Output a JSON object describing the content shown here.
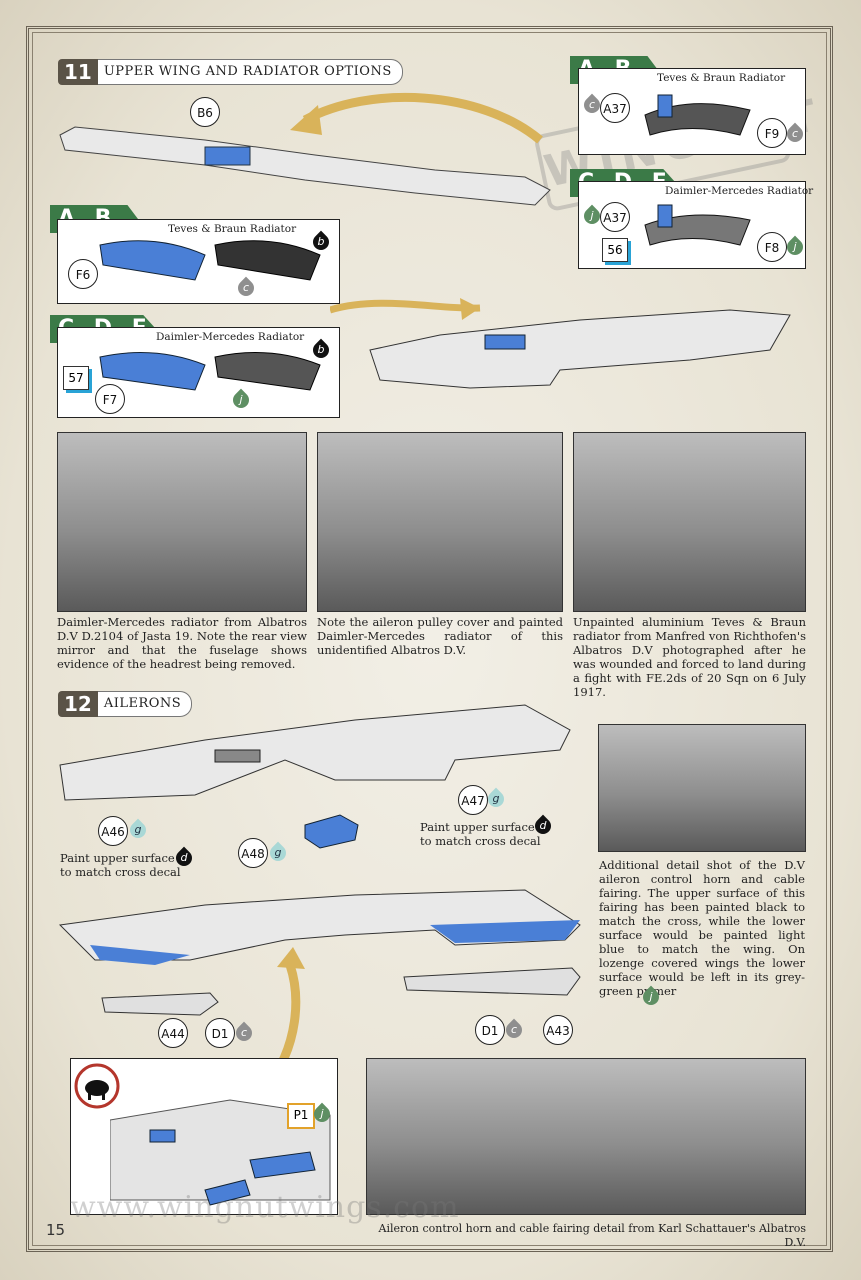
{
  "page_number": "15",
  "watermark": {
    "url": "www.wingnutwings.com",
    "logo_text": "WINGNUT"
  },
  "section11": {
    "num": "11",
    "title": "UPPER WING AND RADIATOR OPTIONS"
  },
  "section12": {
    "num": "12",
    "title": "AILERONS"
  },
  "options": {
    "ab_label": "A B",
    "cde_label": "C D E",
    "teves": "Teves & Braun Radiator",
    "daimler": "Daimler-Mercedes Radiator"
  },
  "parts": {
    "b6": "B6",
    "f6": "F6",
    "f7": "F7",
    "p57": "57",
    "a37": "A37",
    "f9": "F9",
    "f8": "F8",
    "p56": "56",
    "a46": "A46",
    "a47": "A47",
    "a48": "A48",
    "a44": "A44",
    "d1": "D1",
    "a43": "A43",
    "p1": "P1"
  },
  "paint": {
    "b": "b",
    "c": "c",
    "j": "j",
    "g": "g",
    "d": "d"
  },
  "notes": {
    "paint_upper": "Paint upper surface",
    "match_cross": "to match cross decal"
  },
  "captions": {
    "photo1": "Daimler-Mercedes radiator from Albatros D.V D.2104 of Jasta 19. Note the rear view mirror and that the fuselage shows evidence of the headrest being removed.",
    "photo2": "Note the aileron pulley cover and painted Daimler-Mercedes radiator of this unidentified Albatros D.V.",
    "photo3": "Unpainted aluminium Teves & Braun radiator from Manfred von Richthofen's Albatros D.V photographed after he was wounded and forced to land during a fight with FE.2ds of 20 Sqn on 6 July 1917.",
    "photo4": "Additional detail shot of the D.V aileron control horn and cable fairing. The upper surface of this fairing has been painted black to match the cross, while the lower surface would be painted light blue to match the wing. On lozenge covered wings the lower surface would be left in its grey-green primer",
    "photo5": "Aileron control horn and cable fairing detail from Karl Schattauer's Albatros D.V."
  },
  "colors": {
    "option_green": "#3b7a47",
    "part_blue": "#4a7fd6",
    "arrow_gold": "#d9b35a",
    "frame": "#6b6355"
  }
}
